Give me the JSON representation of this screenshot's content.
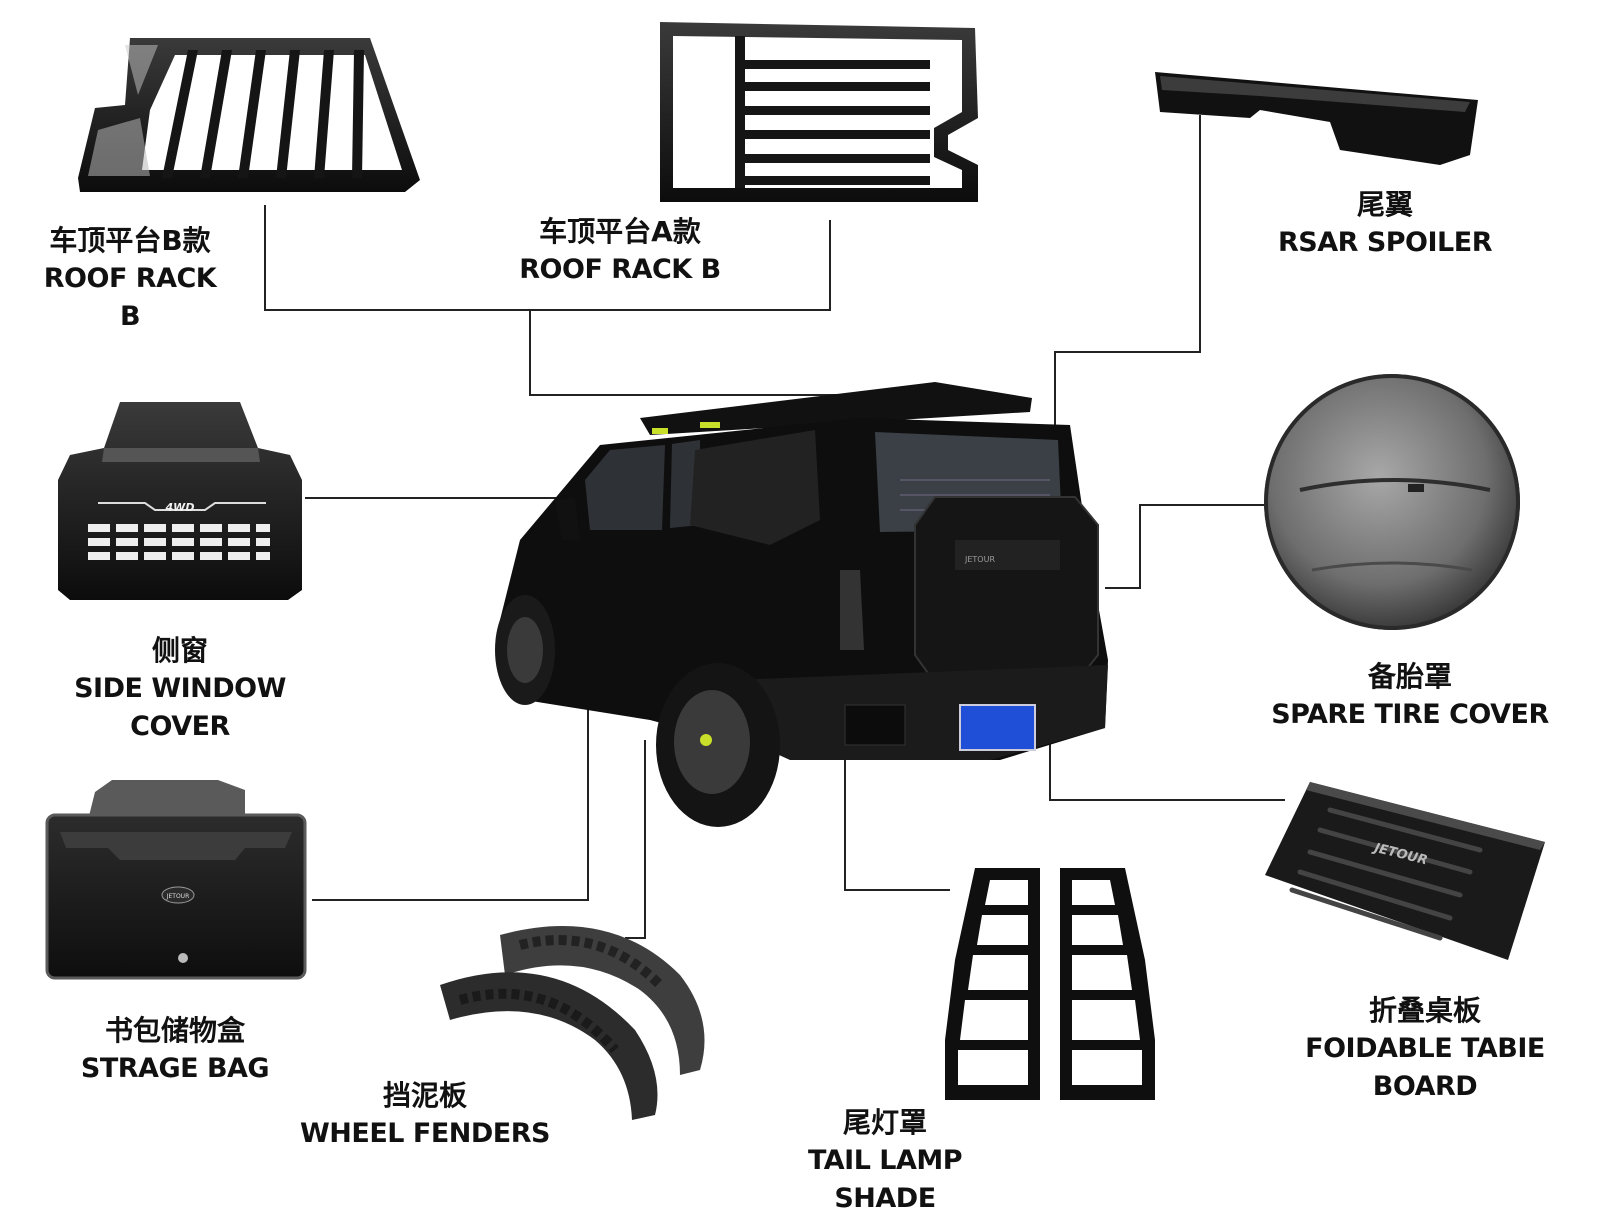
{
  "callouts": {
    "roof_rack_b": {
      "zh": "车顶平台B款",
      "en": "ROOF RACK B"
    },
    "roof_rack_a": {
      "zh": "车顶平台A款",
      "en": "ROOF RACK B"
    },
    "rear_spoiler": {
      "zh": "尾翼",
      "en": "RSAR SPOILER"
    },
    "side_window_cover": {
      "zh": "侧窗",
      "en": "SIDE WINDOW COVER"
    },
    "spare_tire_cover": {
      "zh": "备胎罩",
      "en": "SPARE TIRE COVER"
    },
    "storage_bag": {
      "zh": "书包储物盒",
      "en": "STRAGE BAG"
    },
    "wheel_fenders": {
      "zh": "挡泥板",
      "en": "WHEEL FENDERS"
    },
    "tail_lamp_shade": {
      "zh": "尾灯罩",
      "en": "TAIL LAMP SHADE"
    },
    "folding_table_board": {
      "zh": "折叠桌板",
      "en": "FOIDABLE TABIE BOARD"
    }
  },
  "logos": {
    "vehicle_badge": "JETOUR",
    "side_cover_badge": "4WD",
    "table_board_badge": "JETOUR",
    "storage_box_badge": "JETOUR"
  },
  "colors": {
    "background": "#ffffff",
    "product_black": "#141414",
    "connector_line": "#222222",
    "plate_blue": "#1e4fd6",
    "accent_lime": "#c8e02a"
  }
}
